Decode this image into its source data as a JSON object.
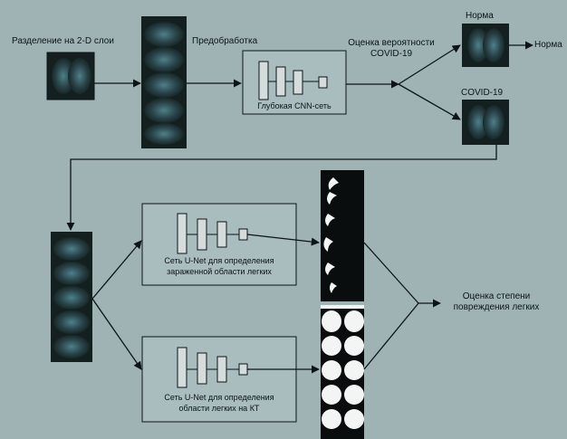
{
  "labels": {
    "split": "Разделение на 2-D слои",
    "preprocess": "Предобработка",
    "probability_line1": "Оценка вероятности",
    "probability_line2": "COVID-19",
    "norm_top": "Норма",
    "norm_right": "Норма",
    "covid": "COVID-19",
    "cnn": "Глубокая CNN-сеть",
    "unet_infected_line1": "Сеть U-Net для определения",
    "unet_infected_line2": "зараженной области легких",
    "unet_lungs_line1": "Сеть U-Net для определения",
    "unet_lungs_line2": "области легких на КТ",
    "damage_line1": "Оценка степени",
    "damage_line2": "повреждения легких"
  },
  "colors": {
    "background": "#9fb3b5",
    "line": "#0c1418",
    "box_fill": "#a9bcbe",
    "scan_dark": "#1d2e33",
    "scan_light": "#3e6a72",
    "mask_black": "#0a0d0e",
    "mask_white": "#f2f5f4"
  }
}
